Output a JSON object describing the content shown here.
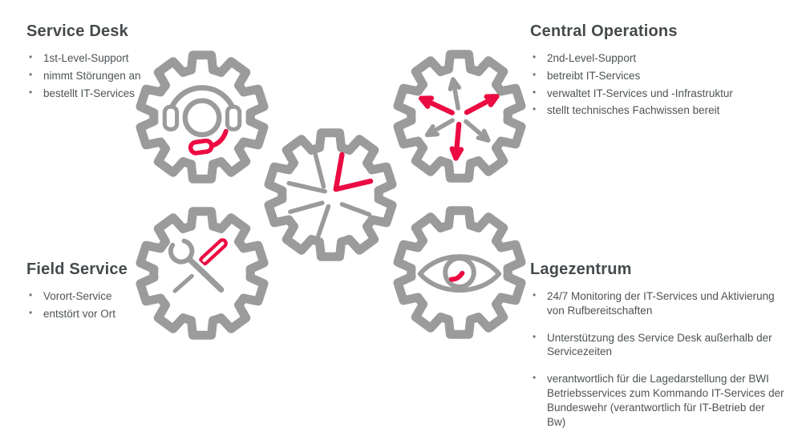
{
  "colors": {
    "gear_gray": "#9b9b9b",
    "accent_red": "#eb0b42",
    "heading_text": "#454a4c",
    "body_text": "#4e5355"
  },
  "sections": {
    "service_desk": {
      "title": "Service Desk",
      "items": [
        "1st-Level-Support",
        "nimmt Störungen an",
        "bestellt IT-Services"
      ]
    },
    "central_operations": {
      "title": "Central Operations",
      "items": [
        "2nd-Level-Support",
        "betreibt IT-Services",
        "verwaltet IT-Services und -Infrastruktur",
        "stellt technisches Fachwissen bereit"
      ]
    },
    "field_service": {
      "title": "Field Service",
      "items": [
        "Vorort-Service",
        "entstört vor Ort"
      ]
    },
    "lagezentrum": {
      "title": "Lagezentrum",
      "items": [
        "24/7 Monitoring der IT-Services und Aktivierung von Rufbereitschaften",
        "Unterstützung des Service Desk außerhalb der Servicezeiten",
        "verantwortlich für die Lagedarstellung der BWI Betriebsservices zum Kommando IT-Services der Bundeswehr (verantwortlich für IT-Betrieb der Bw)"
      ]
    }
  },
  "gears": {
    "service_desk_icon": "headset-icon",
    "central_operations_icon": "expand-arrows-icon",
    "center_icon": "clock-icon",
    "field_service_icon": "wrench-screwdriver-icon",
    "lagezentrum_icon": "eye-icon"
  }
}
